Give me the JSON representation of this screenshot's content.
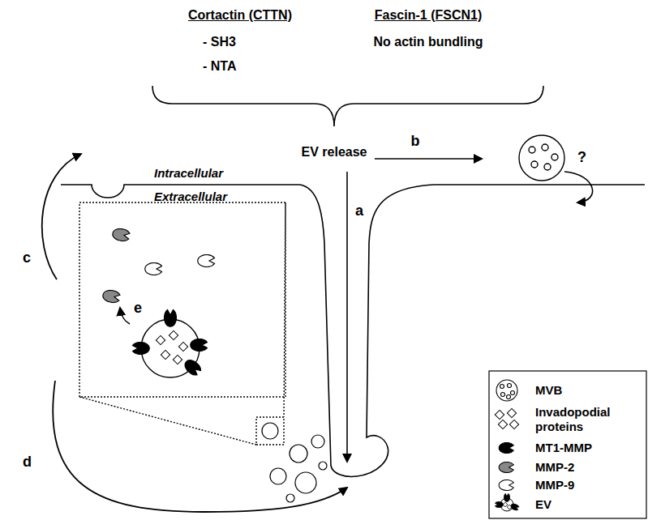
{
  "diagram": {
    "labels": [
      "Cortactin (CTTN)",
      "- SH3",
      "- NTA",
      "Fascin-1 (FSCN1)",
      "No actin bundling",
      "EV release",
      "b",
      "?",
      "Intracellular",
      "Extracellular",
      "a",
      "c",
      "e",
      "d"
    ],
    "legend": [
      {
        "text": "MVB"
      },
      {
        "text": "Invadopodial proteins"
      },
      {
        "text": "MT1-MMP"
      },
      {
        "text": "MMP-2"
      },
      {
        "text": "MMP-9"
      },
      {
        "text": "EV"
      }
    ]
  }
}
